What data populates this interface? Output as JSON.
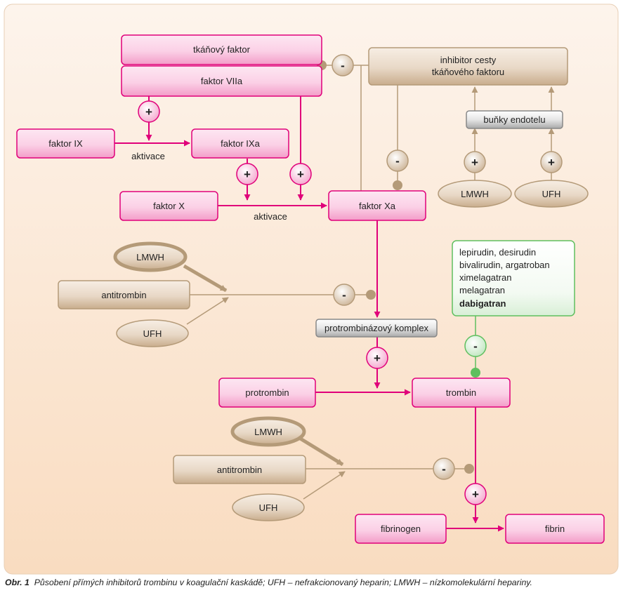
{
  "nodes": {
    "tissue_factor": "tkáňový faktor",
    "factor_viia": "faktor VIIa",
    "tfpi_line1": "inhibitor cesty",
    "tfpi_line2": "tkáňového faktoru",
    "endothelial_cells": "buňky endotelu",
    "factor_ix": "faktor IX",
    "factor_ixa": "faktor IXa",
    "factor_x": "faktor X",
    "factor_xa": "faktor Xa",
    "lmwh": "LMWH",
    "ufh": "UFH",
    "antithrombin": "antitrombin",
    "prothrombinase": "protrombinázový komplex",
    "prothrombin": "protrombin",
    "thrombin": "trombin",
    "fibrinogen": "fibrinogen",
    "fibrin": "fibrin"
  },
  "edge_labels": {
    "activation": "aktivace"
  },
  "signs": {
    "plus": "+",
    "minus": "-"
  },
  "direct_inhibitors": {
    "line1": "lepirudin, desirudin",
    "line2": "bivalirudin, argatroban",
    "line3": "ximelagatran",
    "line4": "melagatran",
    "line5": "dabigatran"
  },
  "caption": {
    "label": "Obr. 1",
    "text": "Působení přímých inhibitorů trombinu v koagulační kaskádě; UFH – nefrakcionovaný heparin; LMWH – nízkomolekulární hepariny."
  },
  "colors": {
    "magenta": "#e0007a",
    "tan": "#b49a78",
    "green": "#5fbf5f",
    "background": "#fbe7d4"
  }
}
